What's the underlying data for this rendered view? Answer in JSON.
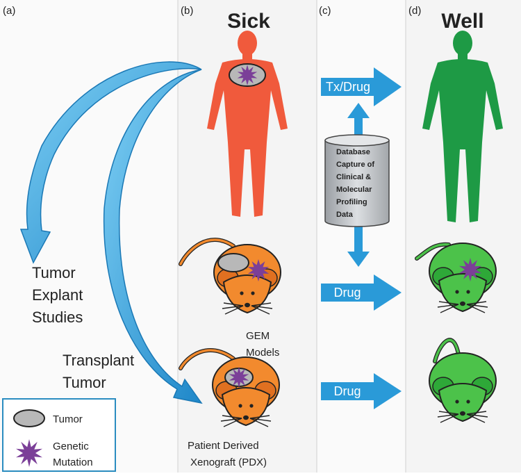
{
  "panels": {
    "a": "(a)",
    "b": "(b)",
    "c": "(c)",
    "d": "(d)"
  },
  "headings": {
    "sick": "Sick",
    "well": "Well"
  },
  "labels": {
    "tumor_explant_lines": [
      "Tumor",
      "Explant",
      "Studies"
    ],
    "transplant_tumor_lines": [
      "Transplant",
      "Tumor"
    ],
    "gem_models_lines": [
      "GEM",
      "Models"
    ],
    "pdx_lines": [
      "Patient Derived",
      "Xenograft (PDX)"
    ]
  },
  "arrows": {
    "tx_drug": "Tx/Drug",
    "drug_gem": "Drug",
    "drug_pdx": "Drug"
  },
  "database_lines": [
    "Database",
    "Capture of",
    "Clinical &",
    "Molecular",
    "Profiling",
    "Data"
  ],
  "legend": {
    "tumor": "Tumor",
    "mutation_lines": [
      "Genetic",
      "Mutation"
    ]
  },
  "colors": {
    "sick_human": "#f05a3c",
    "well_human": "#1e9a45",
    "sick_mouse": "#f28a2e",
    "well_mouse": "#4cc24a",
    "arrow_blue": "#2a9ad8",
    "mutation_purple": "#7b3f98",
    "tumor_gray": "#b8b8b8"
  }
}
